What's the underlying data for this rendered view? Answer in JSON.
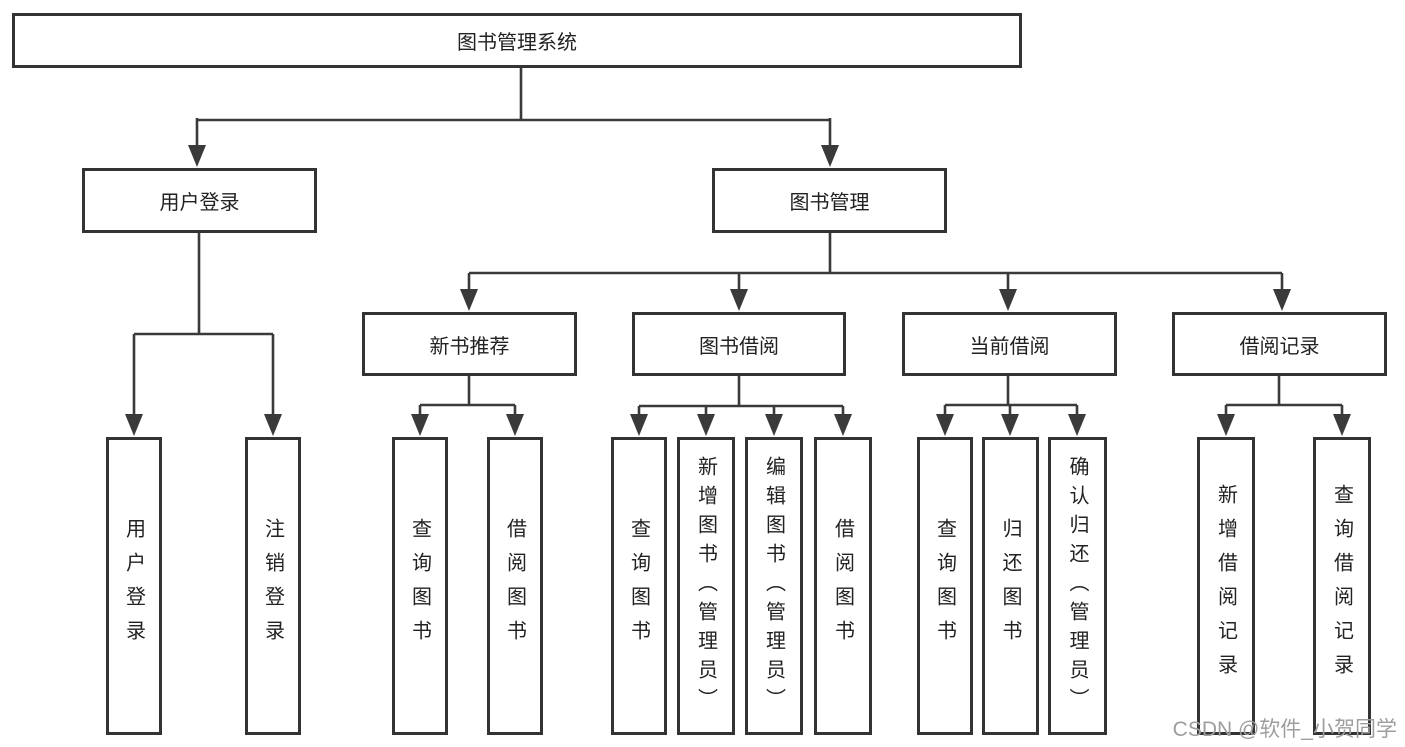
{
  "tree": {
    "label": "图书管理系统",
    "children": [
      {
        "label": "用户登录",
        "children": [
          {
            "label": "用户登录"
          },
          {
            "label": "注销登录"
          }
        ]
      },
      {
        "label": "图书管理",
        "children": [
          {
            "label": "新书推荐",
            "children": [
              {
                "label": "查询图书"
              },
              {
                "label": "借阅图书"
              }
            ]
          },
          {
            "label": "图书借阅",
            "children": [
              {
                "label": "查询图书"
              },
              {
                "label": "新增图书（管理员）"
              },
              {
                "label": "编辑图书（管理员）"
              },
              {
                "label": "借阅图书"
              }
            ]
          },
          {
            "label": "当前借阅",
            "children": [
              {
                "label": "查询图书"
              },
              {
                "label": "归还图书"
              },
              {
                "label": "确认归还（管理员）"
              }
            ]
          },
          {
            "label": "借阅记录",
            "children": [
              {
                "label": "新增借阅记录"
              },
              {
                "label": "查询借阅记录"
              }
            ]
          }
        ]
      }
    ]
  },
  "watermark": {
    "text": "CSDN @软件_小贺同学"
  },
  "colors": {
    "line": "#3a3a3a",
    "border": "#333333",
    "text": "#222222",
    "watermark": "#9e9e9e",
    "background": "#ffffff"
  }
}
